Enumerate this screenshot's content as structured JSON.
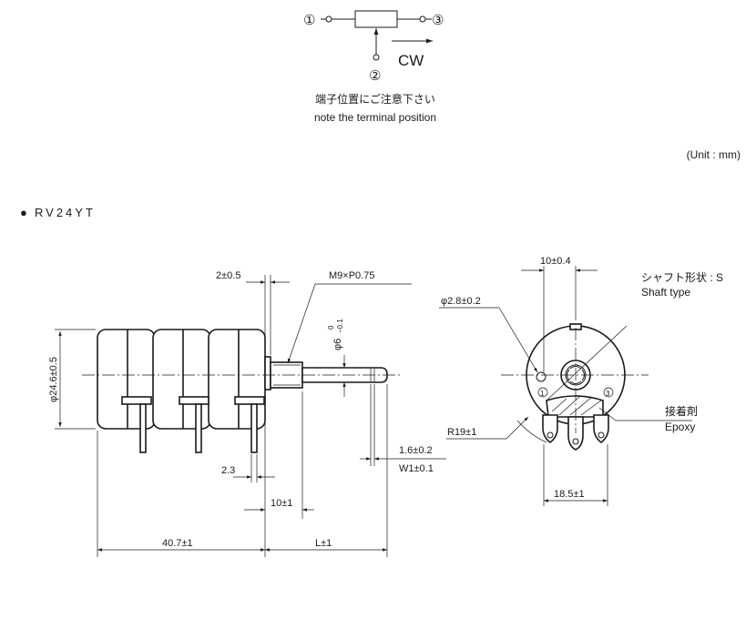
{
  "schematic": {
    "terminal_1": "①",
    "terminal_2": "②",
    "terminal_3": "③",
    "direction": "CW",
    "note_ja": "端子位置にご注意下さい",
    "note_en": "note the terminal position"
  },
  "unit_label": "(Unit : mm)",
  "model": {
    "bullet": "●",
    "name": "RV24YT"
  },
  "side_view": {
    "dim_flange": "2±0.5",
    "dim_thread": "M9×P0.75",
    "dim_body_dia": "φ24.6±0.5",
    "dim_shaft_dia_main": "φ6",
    "dim_shaft_tol_upper": "0",
    "dim_shaft_tol_lower": "−0.1",
    "dim_pin": "2.3",
    "dim_bush": "10±1",
    "dim_flat_1": "1.6±0.2",
    "dim_flat_2": "W1±0.1",
    "dim_body_len": "40.7±1",
    "dim_shaft_len": "L±1"
  },
  "front_view": {
    "dim_top": "10±0.4",
    "shaft_type_ja": "シャフト形状 : S",
    "shaft_type_en": "Shaft type",
    "dim_hole": "φ2.8±0.2",
    "epoxy_ja": "接着剤",
    "epoxy_en": "Epoxy",
    "dim_radius": "R19±1",
    "dim_bottom": "18.5±1",
    "term_mark_1": "1",
    "term_mark_3": "3"
  }
}
